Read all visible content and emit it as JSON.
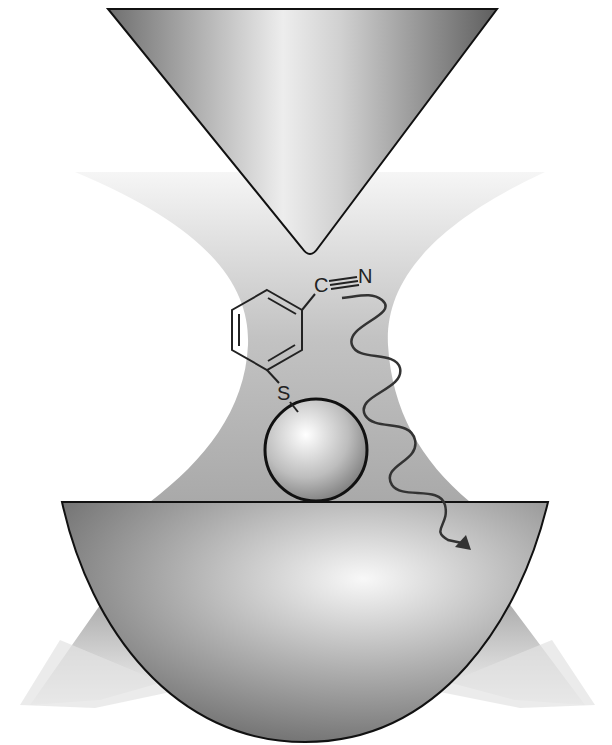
{
  "diagram": {
    "labels": [
      "C",
      "N",
      "S"
    ]
  }
}
